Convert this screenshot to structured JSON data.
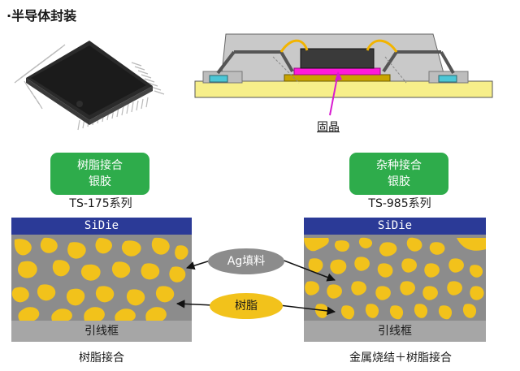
{
  "title": "·半导体封装",
  "package_diagram": {
    "callout_label": "固晶"
  },
  "left_panel": {
    "badge_line1": "树脂接合",
    "badge_line2": "银胶",
    "series": "TS-175系列",
    "die_label": "SiDie",
    "frame_label": "引线框",
    "caption": "树脂接合"
  },
  "right_panel": {
    "badge_line1": "杂种接合",
    "badge_line2": "银胶",
    "series": "TS-985系列",
    "die_label": "SiDie",
    "frame_label": "引线框",
    "caption": "金属烧结＋树脂接合"
  },
  "legend": {
    "ag_filler": "Ag填料",
    "resin": "树脂"
  },
  "colors": {
    "die_blue": "#2b3a97",
    "badge_green": "#2eac4b",
    "silver_filler": "#8c8c8c",
    "resin_yellow": "#f2c21b",
    "die_attach_magenta": "#ff1adb",
    "substrate_yellow": "#f7ef8a"
  }
}
